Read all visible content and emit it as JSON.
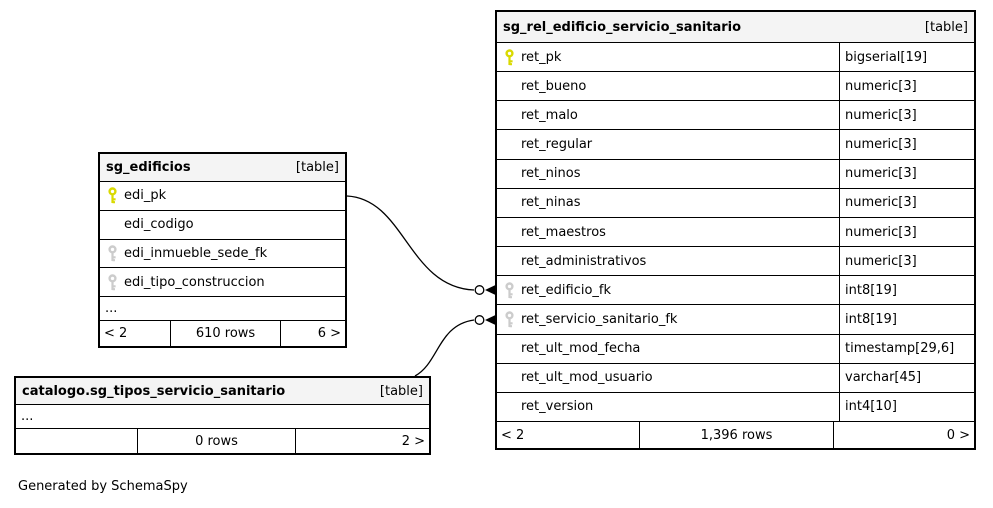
{
  "diagram": {
    "generated_by": "Generated by SchemaSpy"
  },
  "colors": {
    "header_bg": "#f4f4f4",
    "primary_key": "#d9d900",
    "foreign_key": "#cccccc",
    "border": "#000000"
  },
  "tables": [
    {
      "title": "sg_rel_edificio_servicio_sanitario",
      "badge": "[table]",
      "columns": [
        {
          "name": "ret_pk",
          "type": "bigserial[19]",
          "key": "primary"
        },
        {
          "name": "ret_bueno",
          "type": "numeric[3]",
          "key": null
        },
        {
          "name": "ret_malo",
          "type": "numeric[3]",
          "key": null
        },
        {
          "name": "ret_regular",
          "type": "numeric[3]",
          "key": null
        },
        {
          "name": "ret_ninos",
          "type": "numeric[3]",
          "key": null
        },
        {
          "name": "ret_ninas",
          "type": "numeric[3]",
          "key": null
        },
        {
          "name": "ret_maestros",
          "type": "numeric[3]",
          "key": null
        },
        {
          "name": "ret_administrativos",
          "type": "numeric[3]",
          "key": null
        },
        {
          "name": "ret_edificio_fk",
          "type": "int8[19]",
          "key": "foreign"
        },
        {
          "name": "ret_servicio_sanitario_fk",
          "type": "int8[19]",
          "key": "foreign"
        },
        {
          "name": "ret_ult_mod_fecha",
          "type": "timestamp[29,6]",
          "key": null
        },
        {
          "name": "ret_ult_mod_usuario",
          "type": "varchar[45]",
          "key": null
        },
        {
          "name": "ret_version",
          "type": "int4[10]",
          "key": null
        }
      ],
      "footer": {
        "left": "< 2",
        "center": "1,396 rows",
        "right": "0 >"
      }
    },
    {
      "title": "sg_edificios",
      "badge": "[table]",
      "columns": [
        {
          "name": "edi_pk",
          "key": "primary"
        },
        {
          "name": "edi_codigo",
          "key": null
        },
        {
          "name": "edi_inmueble_sede_fk",
          "key": "foreign"
        },
        {
          "name": "edi_tipo_construccion",
          "key": "foreign"
        },
        {
          "name": "...",
          "ellipsis": true
        }
      ],
      "footer": {
        "left": "< 2",
        "center": "610 rows",
        "right": "6 >"
      }
    },
    {
      "title": "catalogo.sg_tipos_servicio_sanitario",
      "badge": "[table]",
      "columns": [
        {
          "name": "...",
          "ellipsis": true
        }
      ],
      "footer": {
        "left": "",
        "center": "0 rows",
        "right": "2 >"
      }
    }
  ],
  "relationships": [
    {
      "from": "sg_edificios.edi_pk",
      "to": "sg_rel_edificio_servicio_sanitario.ret_edificio_fk"
    },
    {
      "from": "catalogo.sg_tipos_servicio_sanitario",
      "to": "sg_rel_edificio_servicio_sanitario.ret_servicio_sanitario_fk"
    }
  ]
}
